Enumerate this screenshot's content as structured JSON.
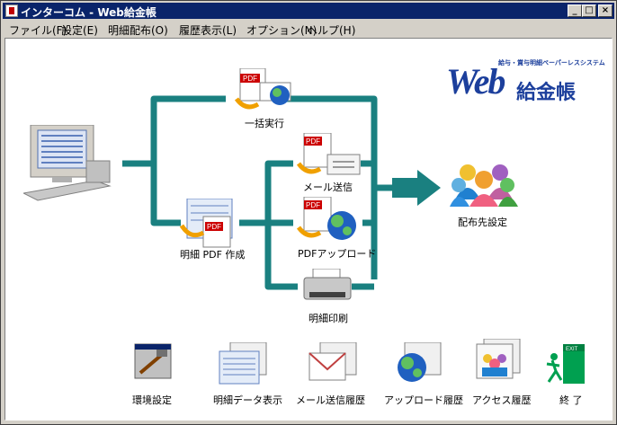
{
  "window": {
    "title": "インターコム - Web給金帳",
    "min_glyph": "_",
    "max_glyph": "□",
    "close_glyph": "×"
  },
  "menu": [
    "ファイル(F)",
    "設定(E)",
    "明細配布(O)",
    "履歴表示(L)",
    "オプション(N)",
    "ヘルプ(H)"
  ],
  "logo": {
    "tagline": "給与・賞与明細ペーパーレスシステム",
    "web": "Web",
    "name": "給金帳"
  },
  "flow": {
    "batch": "一括実行",
    "mail_send": "メール送信",
    "pdf_create": "明細 PDF 作成",
    "pdf_upload": "PDFアップロード",
    "print": "明細印刷",
    "distribution_settings": "配布先設定"
  },
  "bottom": {
    "env_settings": "環境設定",
    "data_view": "明細データ表示",
    "mail_history": "メール送信履歴",
    "upload_history": "アップロード履歴",
    "access_history": "アクセス履歴",
    "exit": "終 了",
    "exit_sign": "EXIT"
  },
  "colors": {
    "titlebar": "#0a246a",
    "pipe": "#1a8080",
    "logo_blue": "#1c3f9c"
  }
}
